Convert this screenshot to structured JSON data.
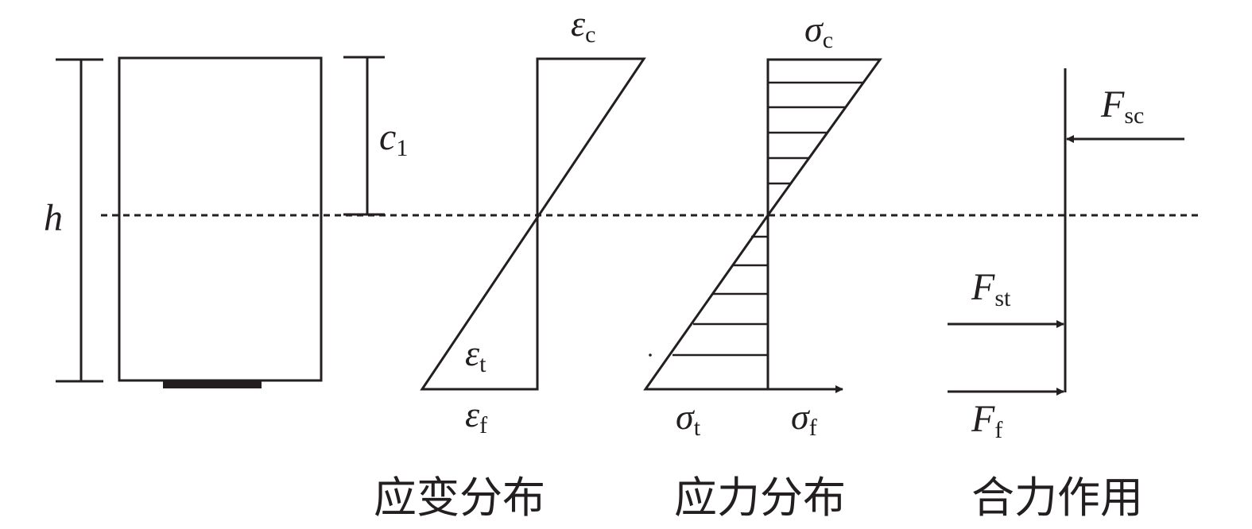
{
  "labels": {
    "h": "h",
    "c1_main": "c",
    "c1_sub": "1",
    "eps_c": "ε",
    "eps_c_sub": "c",
    "eps_t": "ε",
    "eps_t_sub": "t",
    "eps_f": "ε",
    "eps_f_sub": "f",
    "sigma_c": "σ",
    "sigma_c_sub": "c",
    "sigma_t": "σ",
    "sigma_t_sub": "t",
    "sigma_f": "σ",
    "sigma_f_sub": "f",
    "F_sc": "F",
    "F_sc_sub": "sc",
    "F_st": "F",
    "F_st_sub": "st",
    "F_f": "F",
    "F_f_sub": "f"
  },
  "captions": {
    "strain": "应变分布",
    "stress": "应力分布",
    "force": "合力作用"
  },
  "colors": {
    "ink": "#231f20",
    "background": "#ffffff"
  }
}
